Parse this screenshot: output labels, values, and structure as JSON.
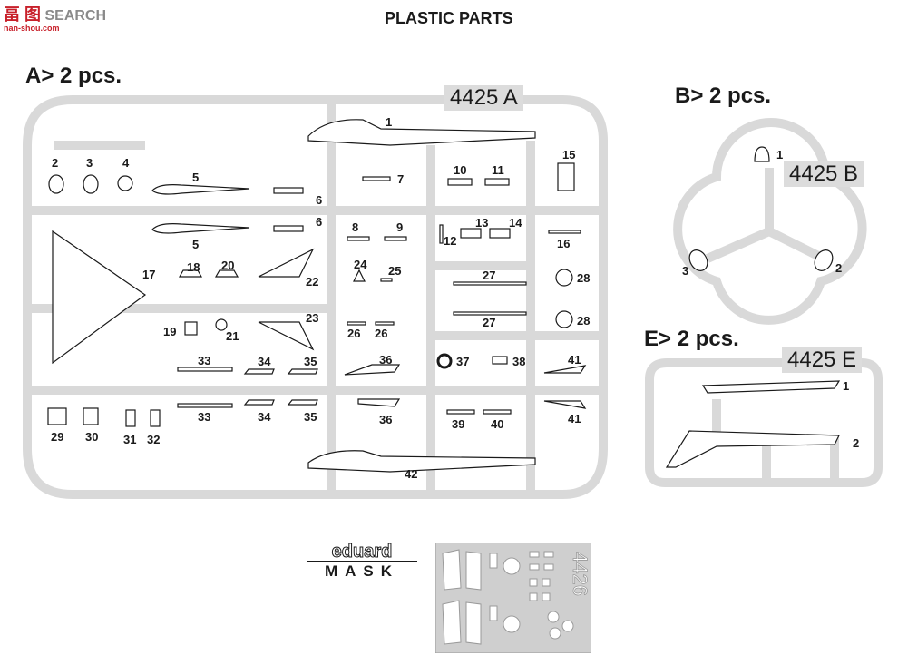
{
  "watermark": {
    "text": "SEARCH",
    "site": "nan-shou.com",
    "logo_chars": "畐 图"
  },
  "page_title": "PLASTIC PARTS",
  "sprues": {
    "A": {
      "label": "A>  2 pcs.",
      "code": "4425 A"
    },
    "B": {
      "label": "B>  2 pcs.",
      "code": "4425 B"
    },
    "E": {
      "label": "E>  2 pcs.",
      "code": "4425 E"
    }
  },
  "part_numbers_A": [
    "1",
    "2",
    "3",
    "4",
    "5",
    "5",
    "6",
    "6",
    "7",
    "8",
    "9",
    "10",
    "11",
    "12",
    "13",
    "14",
    "15",
    "16",
    "17",
    "18",
    "19",
    "20",
    "21",
    "22",
    "23",
    "24",
    "25",
    "26",
    "26",
    "27",
    "27",
    "28",
    "28",
    "29",
    "30",
    "31",
    "32",
    "33",
    "33",
    "34",
    "34",
    "35",
    "35",
    "36",
    "36",
    "37",
    "38",
    "39",
    "40",
    "41",
    "41",
    "42"
  ],
  "part_numbers_B": [
    "1",
    "2",
    "3"
  ],
  "part_numbers_E": [
    "1",
    "2"
  ],
  "mask": {
    "brand": "eduard",
    "product": "MASK",
    "code": "4426"
  },
  "colors": {
    "sprue": "#d9d9d9",
    "ink": "#1a1a1a",
    "tag_bg": "#dcdcdc",
    "mask_plate": "#cfcfcf"
  }
}
